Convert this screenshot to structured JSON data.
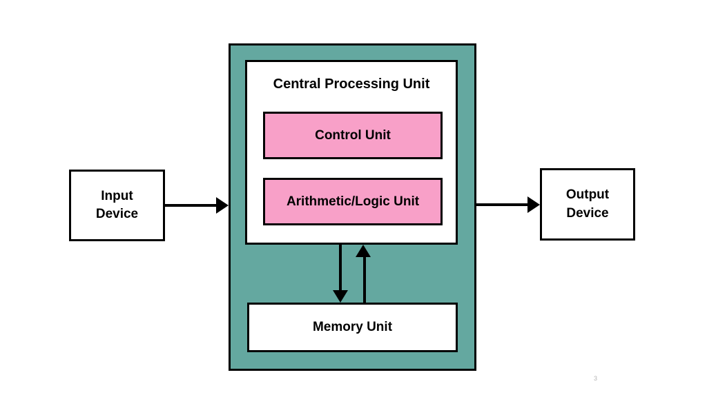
{
  "page": {
    "page_number": "3"
  },
  "colors": {
    "teal": "#64A8A0",
    "pink": "#F8A0C8",
    "line": "#000000",
    "background": "#FFFFFF"
  },
  "diagram": {
    "cpu": {
      "title": "Central Processing Unit"
    },
    "control_unit": {
      "label": "Control Unit"
    },
    "alu": {
      "label": "Arithmetic/Logic Unit"
    },
    "memory": {
      "label": "Memory Unit"
    },
    "input_device": {
      "line1": "Input",
      "line2": "Device"
    },
    "output_device": {
      "line1": "Output",
      "line2": "Device"
    },
    "connections": [
      {
        "from": "input_device",
        "to": "cpu",
        "direction": "right"
      },
      {
        "from": "cpu",
        "to": "output_device",
        "direction": "right"
      },
      {
        "from": "cpu",
        "to": "memory",
        "direction": "down"
      },
      {
        "from": "memory",
        "to": "cpu",
        "direction": "up"
      }
    ]
  }
}
